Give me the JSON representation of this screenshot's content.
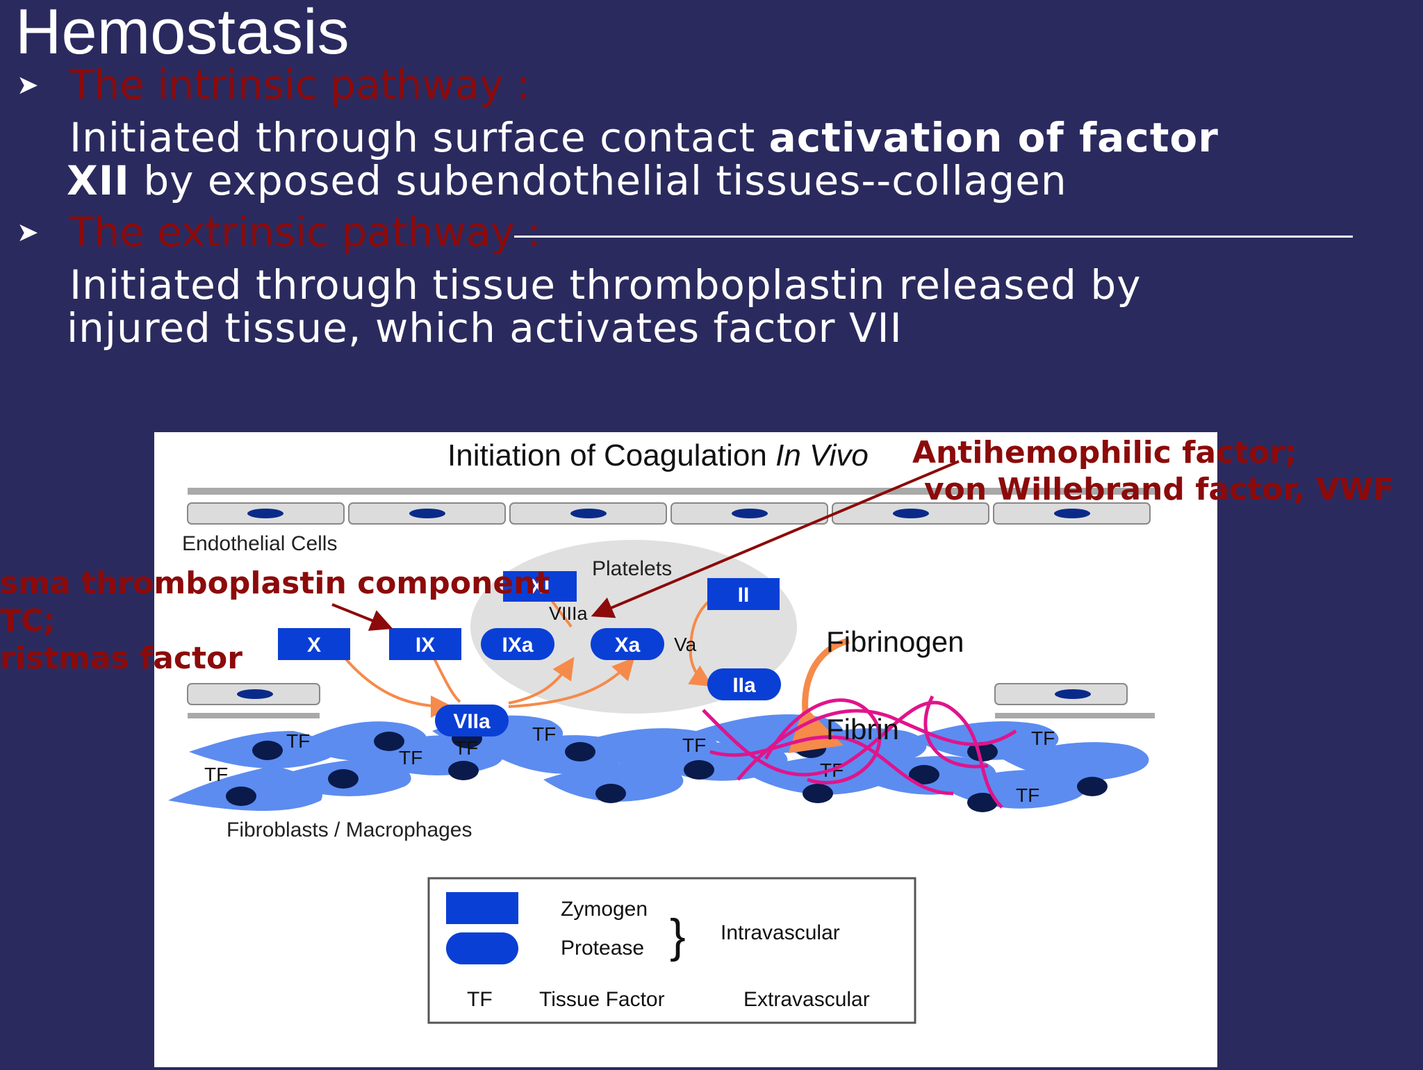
{
  "slide": {
    "title": "Hemostasis",
    "bullets": [
      {
        "heading": "The intrinsic pathway :",
        "line1_pre": "Initiated through surface contact ",
        "line1_bold": "activation of factor",
        "line2_bold": "XII",
        "line2_rest": " by exposed subendothelial tissues--collagen"
      },
      {
        "heading": "The extrinsic pathway :",
        "line1": "Initiated through tissue thromboplastin released by",
        "line2": "injured tissue, which activates factor VII"
      }
    ]
  },
  "diagram": {
    "title_roman": "Initiation of Coagulation ",
    "title_italic": "In Vivo",
    "labels": {
      "endothelial": "Endothelial Cells",
      "platelets": "Platelets",
      "fibroblasts": "Fibroblasts / Macrophages",
      "fibrinogen": "Fibrinogen",
      "fibrin": "Fibrin",
      "tf": "TF",
      "va": "Va",
      "viiia": "VIIIa"
    },
    "factors": {
      "x": "X",
      "ix": "IX",
      "ixa": "IXa",
      "xa": "Xa",
      "xi": "XI",
      "ii": "II",
      "iia": "IIa",
      "viia": "VIIa"
    },
    "legend": {
      "zymogen": "Zymogen",
      "protease": "Protease",
      "intravascular": "Intravascular",
      "tf": "TF",
      "tissue_factor": "Tissue Factor",
      "extravascular": "Extravascular"
    }
  },
  "annotations": {
    "antihemophilic_line1": "Antihemophilic factor;",
    "antihemophilic_line2": "von Willebrand factor, VWF",
    "ptc_line1": "sma thromboplastin component",
    "ptc_line2": "TC;",
    "ptc_line3": "ristmas factor"
  },
  "colors": {
    "background": "#2b2a5e",
    "heading_red": "#8c0a0a",
    "factor_blue": "#0a3fd6",
    "cell_blue": "#5c8cf0",
    "arrow_orange": "#f58a4a",
    "fibrin_pink": "#e0148c"
  }
}
